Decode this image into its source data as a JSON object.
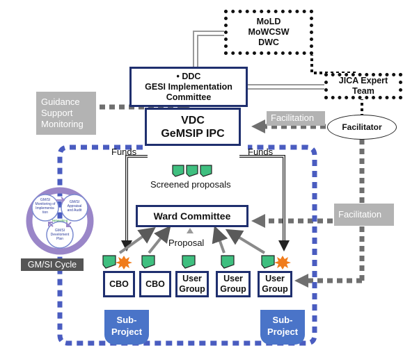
{
  "mold_box": {
    "lines": [
      "MoLD",
      "MoWCSW",
      "DWC"
    ]
  },
  "ddc_box": {
    "lines": [
      "• DDC",
      "GESI Implementation",
      "Committee"
    ]
  },
  "jica_box": {
    "lines": [
      "JICA Expert",
      "Team"
    ]
  },
  "guidance": {
    "lines": [
      "Guidance",
      "Support",
      "Monitoring"
    ]
  },
  "facilitation_top": "Facilitation",
  "facilitator": "Facilitator",
  "vdc_box": {
    "lines": [
      "VDC",
      "GeMSIP IPC"
    ]
  },
  "funds_left": "Funds",
  "funds_right": "Funds",
  "screened_proposals": "Screened proposals",
  "ward_committee": "Ward Committee",
  "facilitation_right": "Facilitation",
  "proposal": "Proposal",
  "groups": [
    {
      "lines": [
        "CBO"
      ]
    },
    {
      "lines": [
        "CBO"
      ]
    },
    {
      "lines": [
        "User",
        "Group"
      ]
    },
    {
      "lines": [
        "User",
        "Group"
      ]
    },
    {
      "lines": [
        "User",
        "Group"
      ]
    }
  ],
  "sub_project_left": {
    "lines": [
      "Sub-",
      "Project"
    ]
  },
  "sub_project_right": {
    "lines": [
      "Sub-",
      "Project"
    ]
  },
  "cycle_label": "GM/SI Cycle",
  "cycle": {
    "top_left": [
      "GM/SI",
      "Monitoring of",
      "Implementa-",
      "tion"
    ],
    "top_right": [
      "GM/SI",
      "Appraisal",
      "and Audit"
    ],
    "bottom": [
      "GM/SI",
      "Develoment",
      "Plan"
    ],
    "center": "Networking"
  },
  "colors": {
    "navy": "#1f2f6e",
    "blue": "#4a74c8",
    "grey": "#6f6f6f",
    "green": "#3fbf7f"
  }
}
